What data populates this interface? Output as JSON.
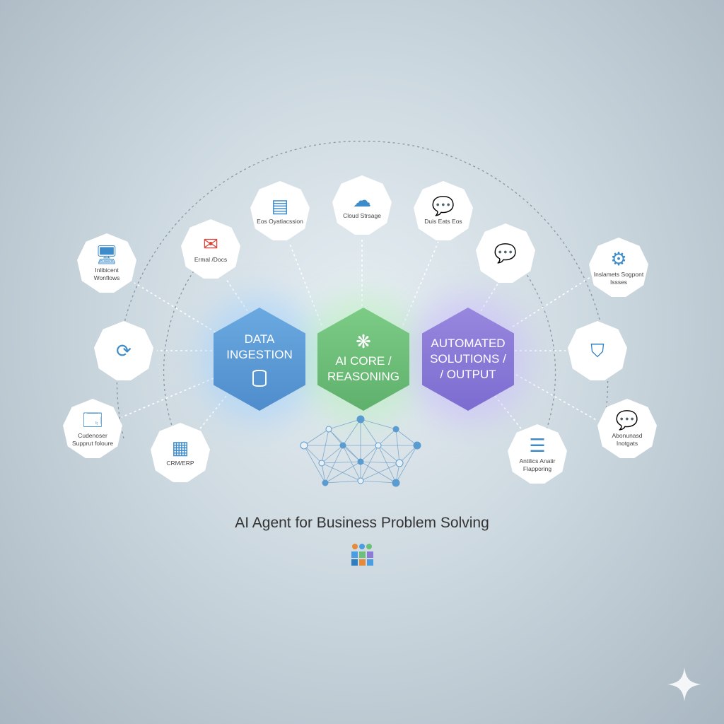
{
  "title": "AI Agent for Business Problem Solving",
  "core": [
    {
      "label1": "DATA",
      "label2": "INGESTION",
      "color": "#5f9ed8"
    },
    {
      "label1": "AI CORE /",
      "label2": "REASONING",
      "color": "#6fc17c"
    },
    {
      "label1": "AUTOMATED",
      "label2": "SOLUTIONS /",
      "label3": "/ OUTPUT",
      "color": "#8b7ad8"
    }
  ],
  "nodes": [
    {
      "label": "Inlibicent Wonflows",
      "icon": "workflow-devices-icon",
      "glyph": "🖥"
    },
    {
      "label": "Ermal /Docs",
      "icon": "email-icon",
      "glyph": "✉"
    },
    {
      "label": "Eos Oyatiacssion",
      "icon": "document-building-icon",
      "glyph": "▤"
    },
    {
      "label": "Cloud Strsage",
      "icon": "cloud-icon",
      "glyph": "☁"
    },
    {
      "label": "Duis Eats Eos",
      "icon": "chat-bubbles-icon",
      "glyph": "💬"
    },
    {
      "label": "",
      "icon": "chat-icon",
      "glyph": "💬"
    },
    {
      "label": "Inslamets Sogpont Issses",
      "icon": "gear-icon",
      "glyph": "⚙"
    },
    {
      "label": "",
      "icon": "sync-icon",
      "glyph": "⟳"
    },
    {
      "label": "",
      "icon": "shield-icon",
      "glyph": "⛉"
    },
    {
      "label": "Cudenoser Supprut foloure",
      "icon": "monitor-docs-icon",
      "glyph": "🗔"
    },
    {
      "label": "CRM/ERP",
      "icon": "crm-icon",
      "glyph": "▦"
    },
    {
      "label": "Antilics Anatir Flapporing",
      "icon": "analytics-window-icon",
      "glyph": "☰"
    },
    {
      "label": "Abonunasd Inotgats",
      "icon": "insights-chat-icon",
      "glyph": "💬"
    }
  ]
}
